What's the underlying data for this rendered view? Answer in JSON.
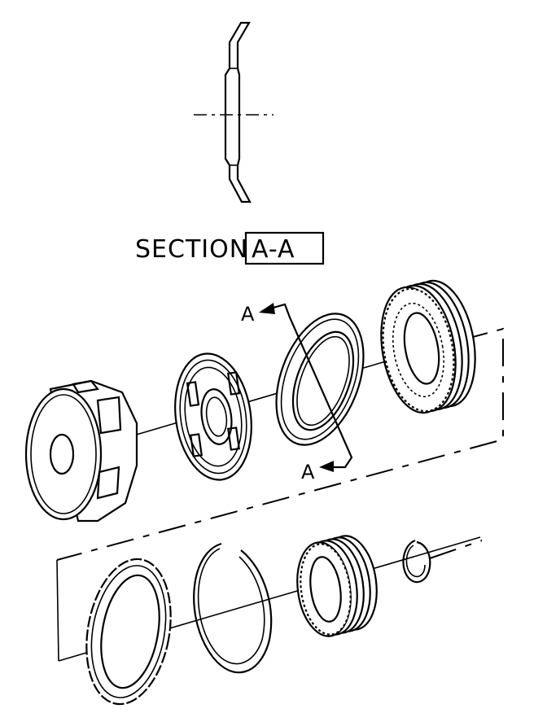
{
  "section_view": {
    "prefix": "SECTION",
    "label": "A-A"
  },
  "section_markers": {
    "top": "A",
    "bottom": "A"
  },
  "line_color": "#000000",
  "background_color": "#ffffff"
}
